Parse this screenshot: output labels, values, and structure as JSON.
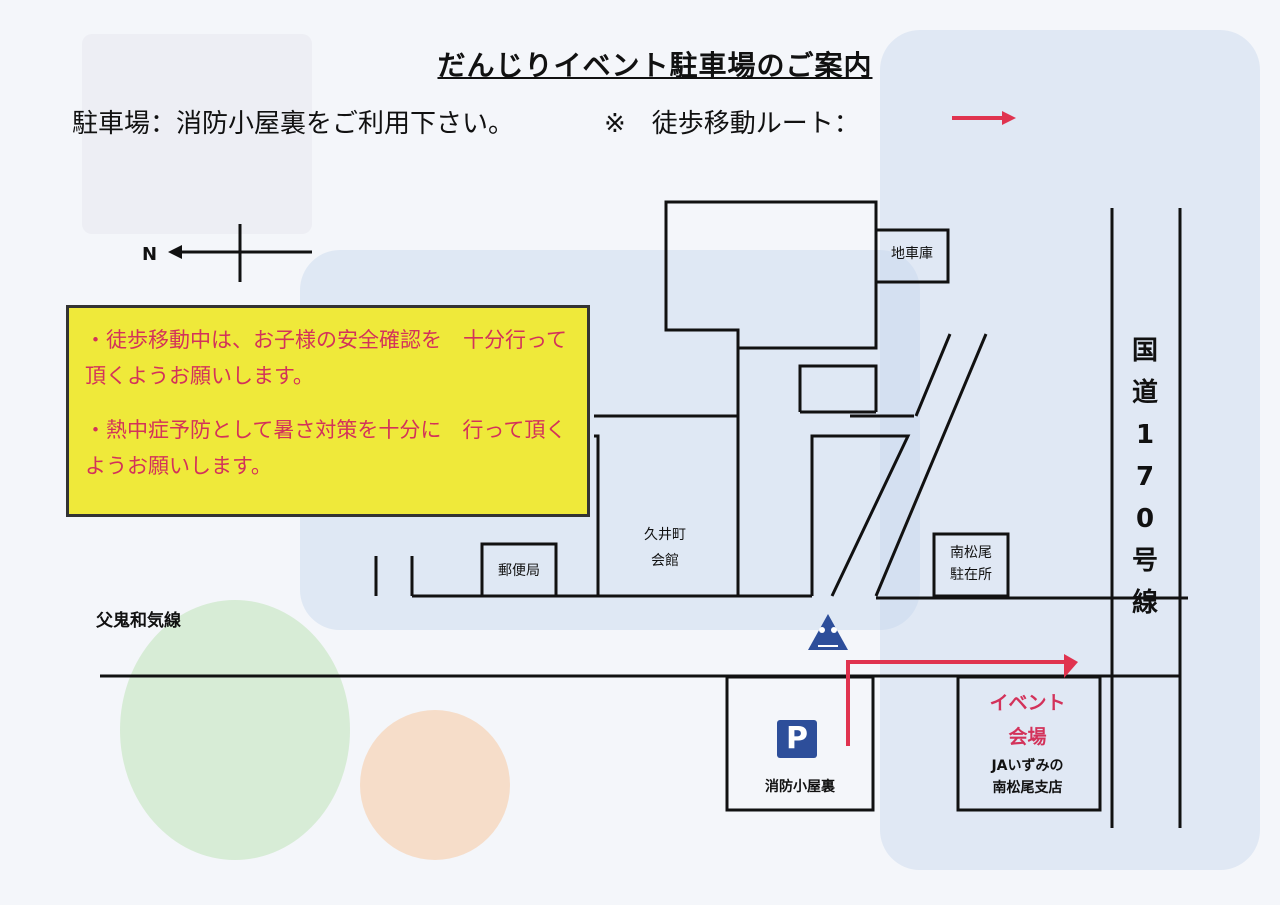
{
  "title": "だんじりイベント駐車場のご案内",
  "parking_info": "駐車場：消防小屋裏をご利用下さい。",
  "route_note": "※　徒歩移動ルート：",
  "colors": {
    "route": "#e0334f",
    "notice_bg": "#efe93a",
    "notice_text": "#d3325a",
    "parking": "#2d4e9a"
  },
  "compass": {
    "label": "N"
  },
  "notice": {
    "line1": "・徒歩移動中は、お子様の安全確認を　十分行って頂くようお願いします。",
    "line2": "・熱中症予防として暑さ対策を十分に　行って頂くようお願いします。"
  },
  "map": {
    "road_west": "父鬼和気線",
    "route_name": [
      "国",
      "道",
      "1",
      "7",
      "0",
      "号",
      "線"
    ],
    "buildings": {
      "garage": "地車庫",
      "post_office": "郵便局",
      "hall_line1": "久井町",
      "hall_line2": "会館",
      "police_line1": "南松尾",
      "police_line2": "駐在所",
      "fire_station": "消防小屋裏"
    },
    "parking_icon_letter": "P",
    "crossing_icon": "pedestrian-crossing-icon",
    "event_line1": "イベント",
    "event_line2": "会場",
    "ja_line1": "JAいずみの",
    "ja_line2": "南松尾支店"
  }
}
